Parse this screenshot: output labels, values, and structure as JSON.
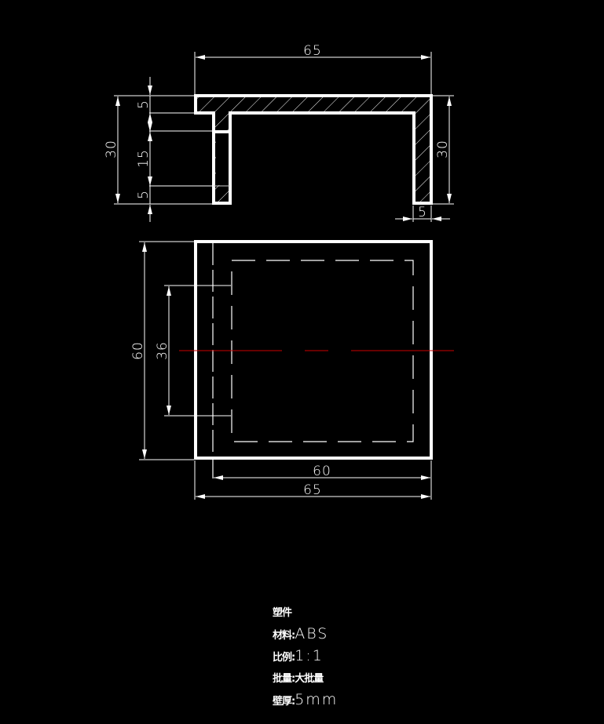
{
  "drawing": {
    "background": "#000000",
    "line_color": "#ffffff",
    "centerline_color": "#cc0000",
    "section_view": {
      "dimensions": {
        "overall_width": "65",
        "left_height": "30",
        "right_height": "30",
        "top_thickness": "5",
        "middle_gap": "15",
        "bottom_lip": "5",
        "right_wall_thickness": "5"
      }
    },
    "plan_view": {
      "dimensions": {
        "overall_height": "60",
        "opening_height": "36",
        "inner_width": "60",
        "overall_width": "65"
      }
    }
  },
  "notes": {
    "title": "塑件",
    "items": [
      {
        "label": "材料:",
        "value": "ABS"
      },
      {
        "label": "比例:",
        "value": "1:1"
      },
      {
        "label": "批量:",
        "value": "大批量"
      },
      {
        "label": "壁厚:",
        "value": "5mm"
      }
    ]
  }
}
